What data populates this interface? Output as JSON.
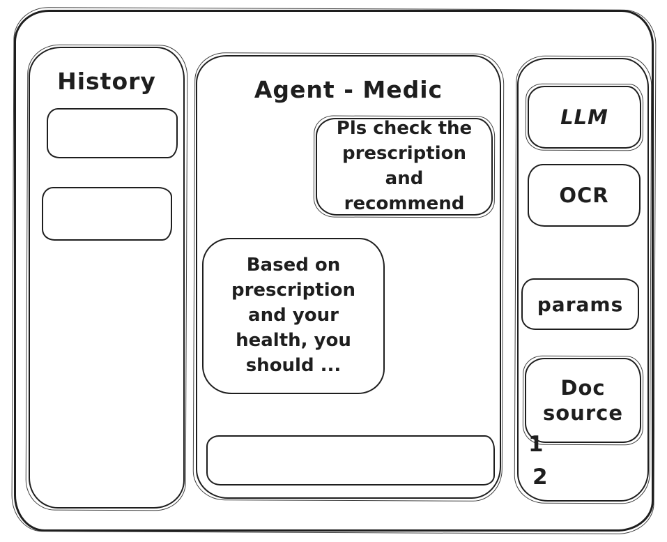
{
  "colors": {
    "ink": "#1e1e1e",
    "background": "#ffffff"
  },
  "sidebar": {
    "title": "History",
    "items": [
      {
        "label": ""
      },
      {
        "label": ""
      }
    ]
  },
  "chat": {
    "title": "Agent - Medic",
    "messages": [
      {
        "role": "user",
        "text": "Pls check the\nprescription\nand recommend"
      },
      {
        "role": "assistant",
        "text": "Based on\nprescription\nand your\nhealth, you\nshould ..."
      }
    ],
    "input": {
      "value": "",
      "placeholder": ""
    }
  },
  "tools": {
    "items": [
      {
        "label": "LLM"
      },
      {
        "label": "OCR"
      },
      {
        "label": "params"
      },
      {
        "label": "Doc source"
      }
    ],
    "doc_source_items": [
      "1",
      "2"
    ]
  }
}
